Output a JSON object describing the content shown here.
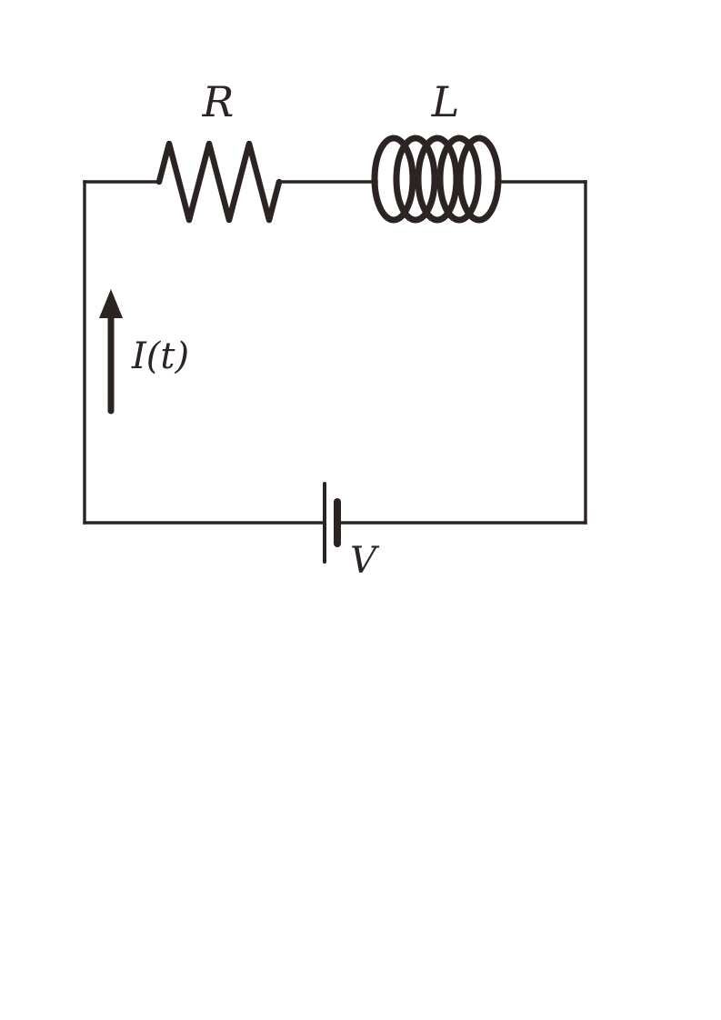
{
  "diagram": {
    "type": "circuit-schematic",
    "components": {
      "resistor": {
        "label": "R"
      },
      "inductor": {
        "label": "L"
      },
      "battery": {
        "label": "V"
      },
      "current": {
        "label": "I(t)"
      }
    },
    "colors": {
      "stroke": "#2b2422",
      "background": "#ffffff"
    }
  }
}
